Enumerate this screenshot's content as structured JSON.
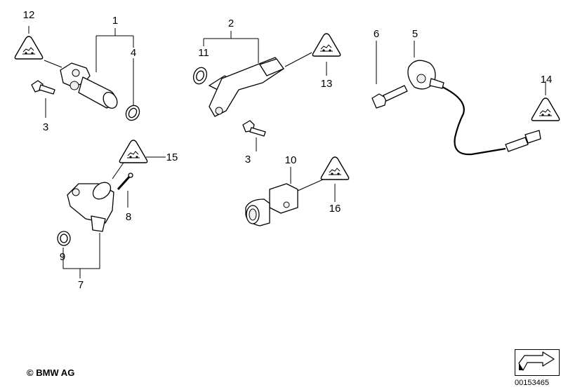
{
  "diagram": {
    "part_numbers": {
      "p1": "1",
      "p2": "2",
      "p3a": "3",
      "p3b": "3",
      "p4": "4",
      "p5": "5",
      "p6": "6",
      "p7": "7",
      "p8": "8",
      "p9": "9",
      "p10": "10",
      "p11": "11",
      "p12": "12",
      "p13": "13",
      "p14": "14",
      "p15": "15",
      "p16": "16"
    },
    "copyright": "© BMW AG",
    "diagram_id": "00153465"
  },
  "icons": {
    "warning": "warning-triangle-icon",
    "nav": "navigation-arrow-icon"
  }
}
